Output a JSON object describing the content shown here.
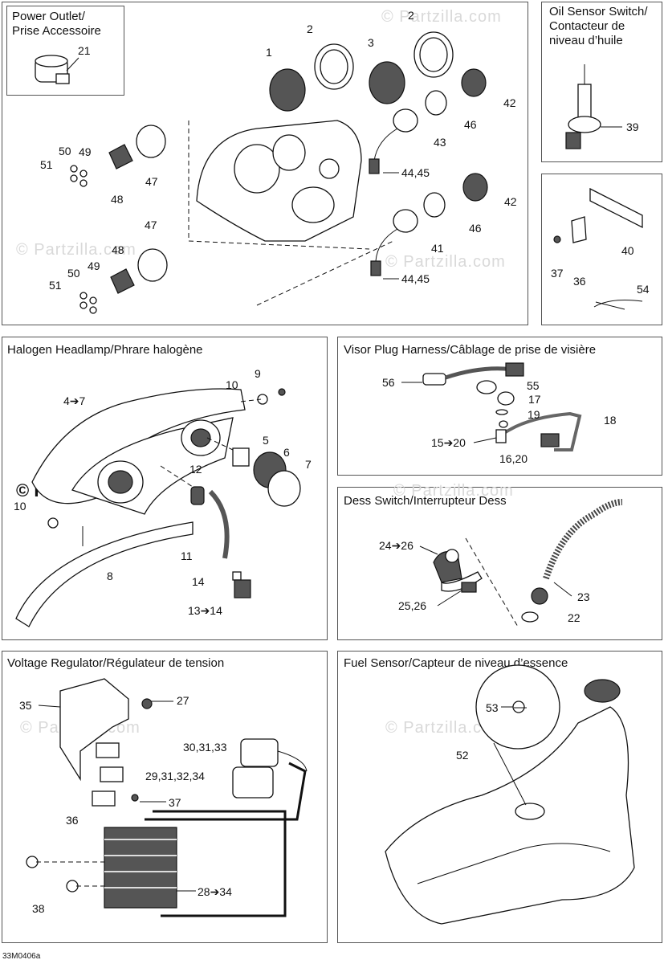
{
  "panels": {
    "power_outlet": {
      "title": "Power Outlet/\nPrise Accessoire"
    },
    "oil_sensor": {
      "title": "Oil Sensor Switch/\nContacteur de\nniveau d’huile"
    },
    "headlamp": {
      "title": "Halogen Headlamp/Phrare halogène"
    },
    "visor_plug": {
      "title": "Visor Plug Harness/Câblage de prise de visière"
    },
    "dess_switch": {
      "title": "Dess Switch/Interrupteur Dess"
    },
    "voltage_regulator": {
      "title": "Voltage Regulator/Régulateur de tension"
    },
    "fuel_sensor": {
      "title": "Fuel Sensor/Capteur de niveau d’essence"
    }
  },
  "callouts": {
    "c1": "1",
    "c2a": "2",
    "c2b": "2",
    "c3": "3",
    "c21": "21",
    "c42a": "42",
    "c42b": "42",
    "c46a": "46",
    "c46b": "46",
    "c43": "43",
    "c4445a": "44,45",
    "c4445b": "44,45",
    "c41": "41",
    "c47a": "47",
    "c47b": "47",
    "c48a": "48",
    "c48b": "48",
    "c49a": "49",
    "c49b": "49",
    "c50a": "50",
    "c50b": "50",
    "c51a": "51",
    "c51b": "51",
    "c39": "39",
    "c40": "40",
    "c37a": "37",
    "c36a": "36",
    "c54": "54",
    "c47to": "4➔7",
    "c9": "9",
    "c10a": "10",
    "c10b": "10",
    "c5": "5",
    "c6": "6",
    "c7": "7",
    "c12": "12",
    "c11": "11",
    "c8": "8",
    "c14": "14",
    "c13to14": "13➔14",
    "c56": "56",
    "c55": "55",
    "c17": "17",
    "c19": "19",
    "c18": "18",
    "c15to20": "15➔20",
    "c1620": "16,20",
    "c24to26": "24➔26",
    "c2526": "25,26",
    "c23": "23",
    "c22": "22",
    "c35": "35",
    "c27": "27",
    "c303133": "30,31,33",
    "c29313234": "29,31,32,34",
    "c37b": "37",
    "c36b": "36",
    "c28to34": "28➔34",
    "c38": "38",
    "c53": "53",
    "c52": "52"
  },
  "watermark": "© Partzilla.com",
  "diagram_code": "33M0406a"
}
